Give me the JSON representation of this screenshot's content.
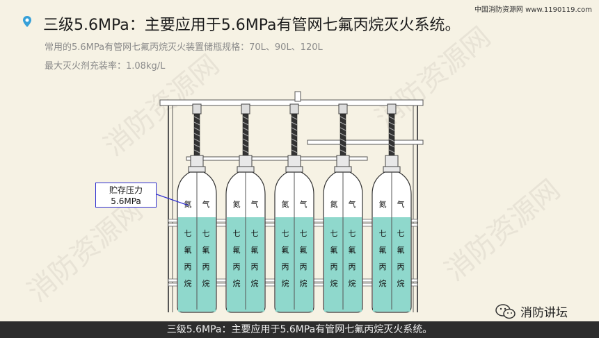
{
  "site": "中国消防资源网  www.1190119.com",
  "title": "三级5.6MPa：主要应用于5.6MPa有管网七氟丙烷灭火系统。",
  "subtitle1": "常用的5.6MPa有管网七氟丙烷灭火装置储瓶规格：70L、90L、120L",
  "subtitle2": "最大灭火剂充装率：1.08kg/L",
  "callout": {
    "line1": "贮存压力",
    "line2": "5.6MPa"
  },
  "cylinder": {
    "gas_chars": [
      "氮",
      "气"
    ],
    "agent_chars": [
      "七",
      "氟",
      "丙",
      "烷"
    ]
  },
  "logo_text": "消防讲坛",
  "caption": "三级5.6MPa：主要应用于5.6MPa有管网七氟丙烷灭火系统。",
  "watermark": "消防资源网",
  "colors": {
    "liquid": "#8fd8cc",
    "title": "#1c1c1c",
    "caption_bg": "#2d2d2d",
    "pin": "#36a0d8"
  }
}
